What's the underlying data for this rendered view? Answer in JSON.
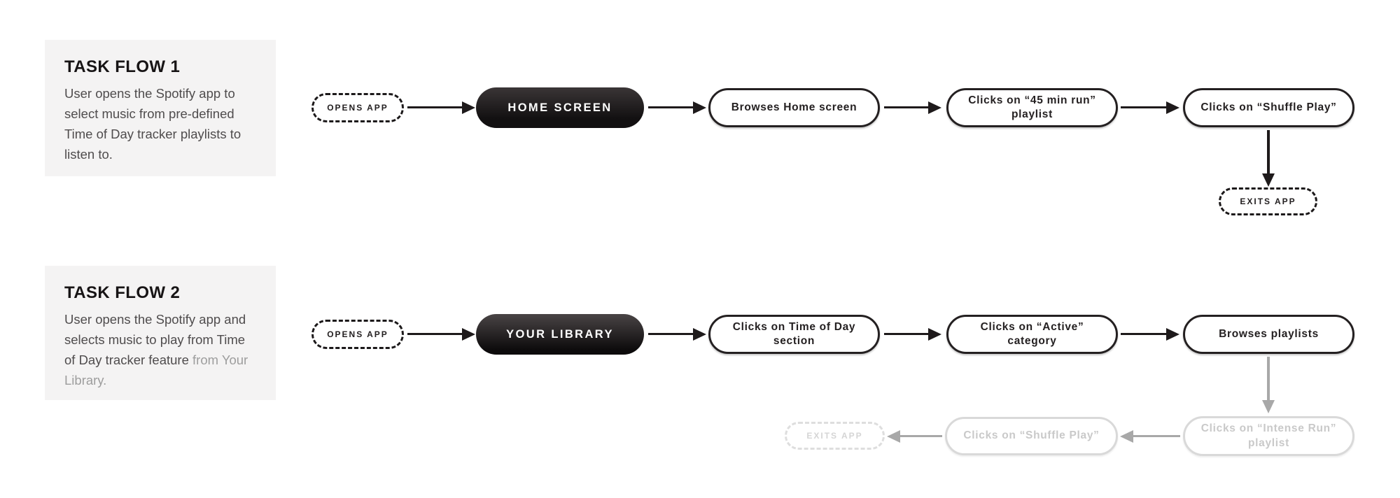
{
  "colors": {
    "page_background": "#ffffff",
    "ink": "#1e1a1b",
    "card_background": "#f4f3f3",
    "body_text": "#4f4c4d",
    "faded_node": "#d9d9d9",
    "faded_text": "#c9c9c9",
    "gray_arrow": "#a8a8a8"
  },
  "flow1": {
    "title": "TASK FLOW 1",
    "description": "User opens the Spotify app to select music from pre-defined Time of Day tracker playlists to listen to.",
    "start": "OPENS APP",
    "screen": "HOME SCREEN",
    "step1": "Browses Home screen",
    "step2": "Clicks on “45 min run” playlist",
    "step3": "Clicks on “Shuffle Play”",
    "end": "EXITS APP"
  },
  "flow2": {
    "title": "TASK FLOW 2",
    "description_main": "User opens the Spotify app and selects music to play from Time of Day tracker feature ",
    "description_faded": "from Your Library.",
    "start": "OPENS APP",
    "screen": "YOUR LIBRARY",
    "step1": "Clicks on Time of Day section",
    "step2": "Clicks on “Active” category",
    "step3": "Browses playlists",
    "faded1": "Clicks on “Intense Run” playlist",
    "faded2": "Clicks on “Shuffle Play”",
    "end": "EXITS APP"
  }
}
